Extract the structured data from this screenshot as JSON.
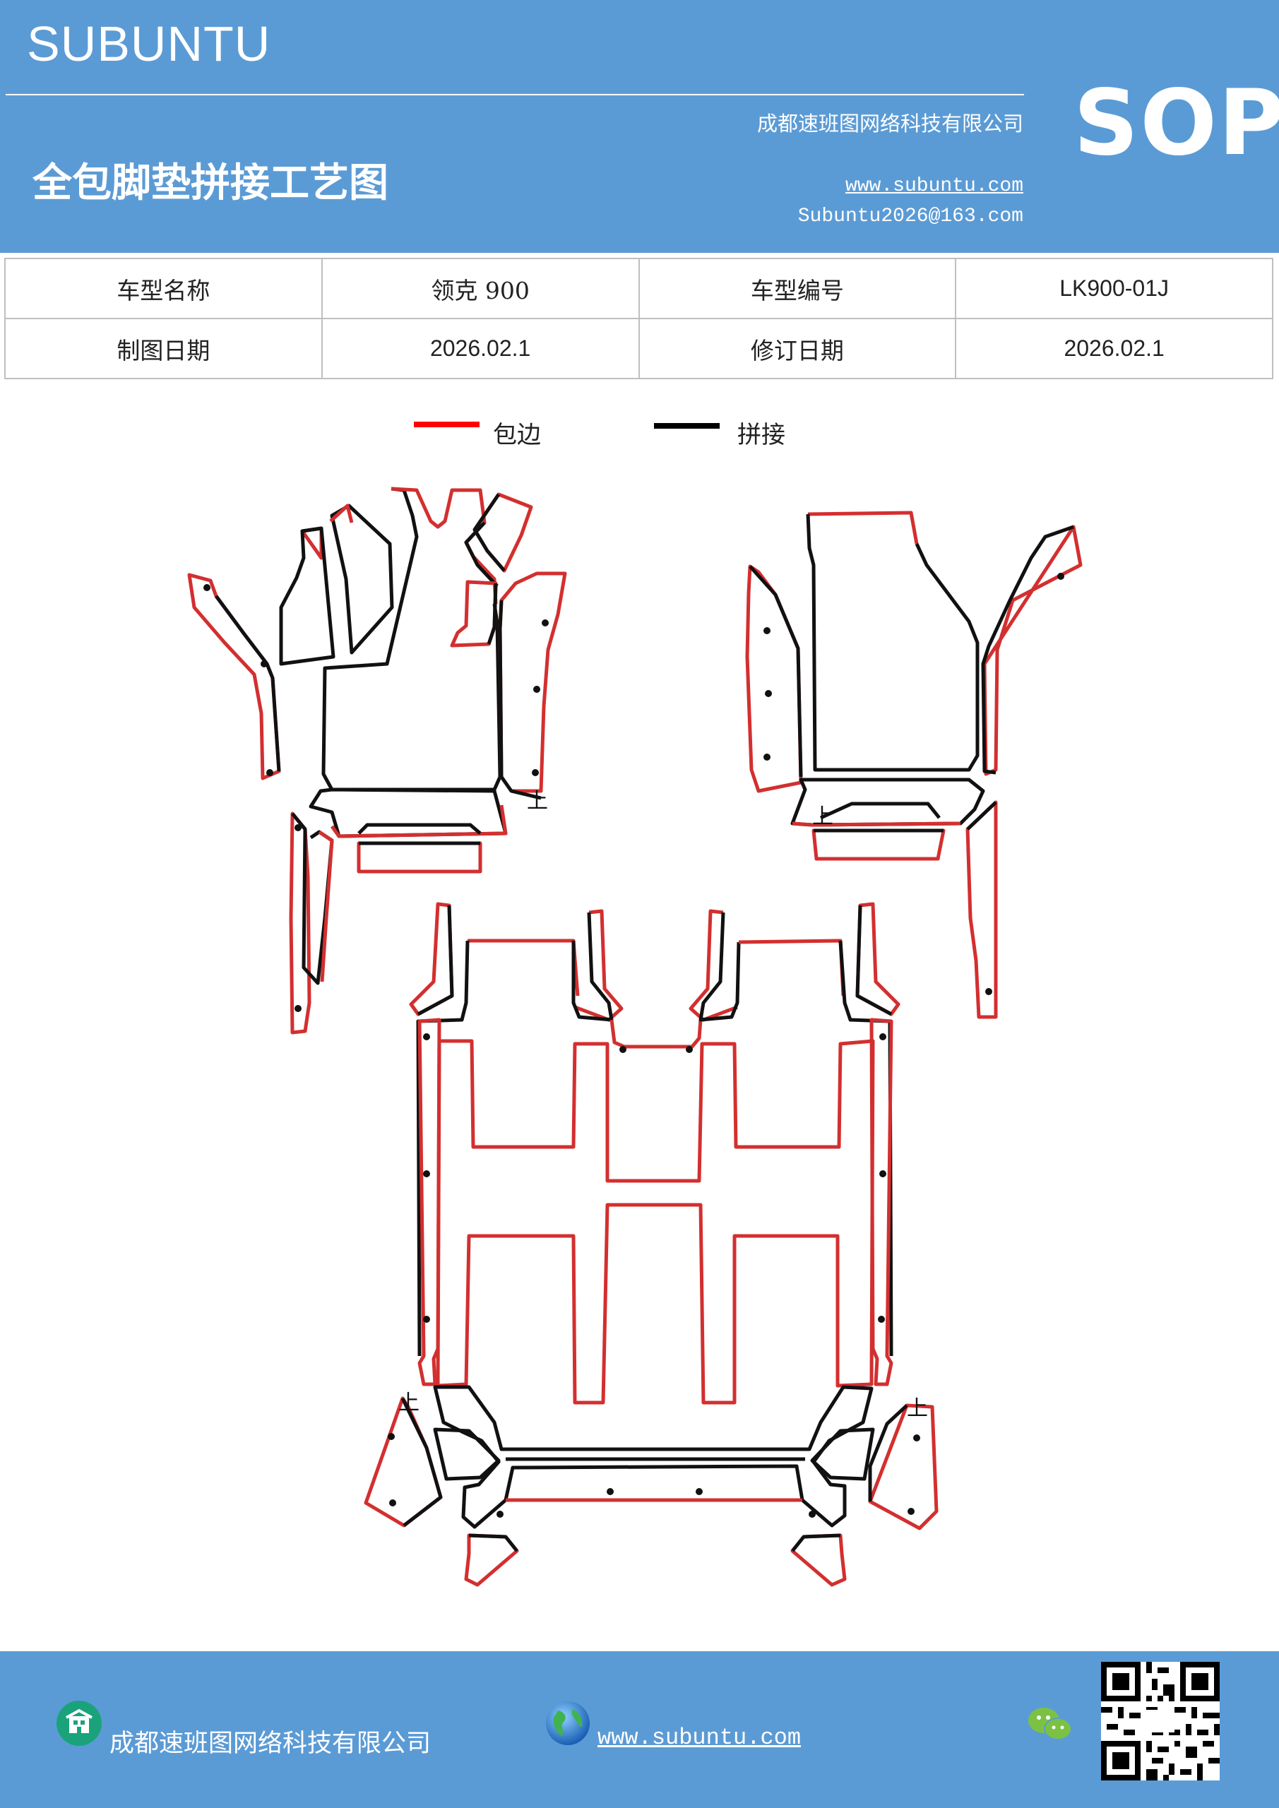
{
  "header": {
    "brand": "SUBUNTU",
    "company": "成都速班图网络科技有限公司",
    "title": "全包脚垫拼接工艺图",
    "website": "www.subuntu.com",
    "email": "Subuntu2026@163.com",
    "badge": "SOP"
  },
  "info_table": {
    "rows": [
      {
        "label1": "车型名称",
        "value1": "领克 900",
        "label2": "车型编号",
        "value2": "LK900-01J"
      },
      {
        "label1": "制图日期",
        "value1": "2026.02.1",
        "label2": "修订日期",
        "value2": "2026.02.1"
      }
    ]
  },
  "legend": [
    {
      "label": "包边",
      "color": "#ff0000"
    },
    {
      "label": "拼接",
      "color": "#000000"
    }
  ],
  "diagram": {
    "marks": [
      "上",
      "上",
      "上",
      "上"
    ]
  },
  "footer": {
    "company": "成都速班图网络科技有限公司",
    "website": "www.subuntu.com ",
    "icons": [
      "building-icon",
      "globe-icon",
      "wechat-icon",
      "qr-code"
    ]
  }
}
